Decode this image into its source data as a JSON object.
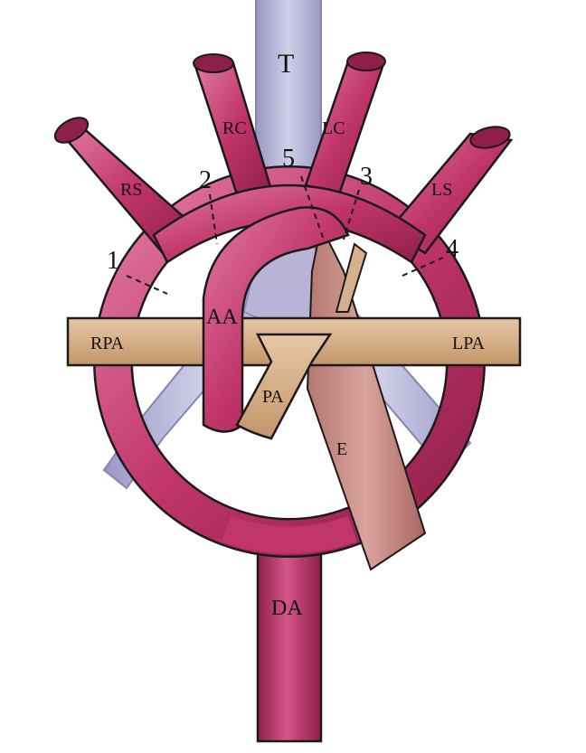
{
  "labels": {
    "trachea": "T",
    "right_carotid": "RC",
    "left_carotid": "LC",
    "right_subclavian": "RS",
    "left_subclavian": "LS",
    "segment_1": "1",
    "segment_2": "2",
    "segment_3": "3",
    "segment_4": "4",
    "segment_5": "5",
    "ascending_aorta": "AA",
    "right_pulmonary_artery": "RPA",
    "left_pulmonary_artery": "LPA",
    "pulmonary_artery": "PA",
    "esophagus": "E",
    "descending_aorta": "DA"
  },
  "colors": {
    "artery": "#c0356a",
    "artery_dark": "#8e1f4a",
    "artery_light": "#e07da3",
    "trachea": "#b7b4d8",
    "pulmonary": "#d7b08a",
    "esophagus": "#c98f86"
  }
}
